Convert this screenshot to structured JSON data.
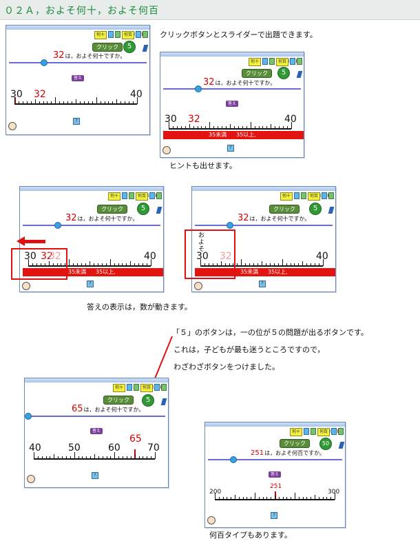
{
  "title": "０２Ａ，およそ何十，およそ何百",
  "captions": {
    "c1": "クリックボタンとスライダーで出題できます。",
    "c2": "ヒントも出せます。",
    "c3": "答えの表示は，数が動きます。",
    "c4a": "「５」のボタンは，一の位が５の問題が出るボタンです。",
    "c4b": "これは，子どもが最も迷うところですので，",
    "c4c": "わざわざボタンをつけました。",
    "c5": "何百タイプもあります。"
  },
  "app": {
    "btn_nanju": "何十",
    "btn_nanbyaku": "何百",
    "click_label": "クリック",
    "answer_label": "答え",
    "help_icon": "question-icon",
    "question_suffix_ju": "は，およそ何十ですか。",
    "question_suffix_hyaku": "は，およそ何百ですか。",
    "hint_left": "35未満",
    "hint_right": "35以上,",
    "approx_vertical": "およそ"
  },
  "screens": [
    {
      "number": "32",
      "badge": "5",
      "start": "30",
      "end": "40",
      "marker": "32"
    },
    {
      "number": "32",
      "badge": "5",
      "start": "30",
      "end": "40",
      "marker": "32"
    },
    {
      "number": "32",
      "badge": "5",
      "start": "30",
      "end": "40",
      "marker": "32",
      "ghost": "32"
    },
    {
      "number": "32",
      "badge": "5",
      "start": "30",
      "end": "40",
      "marker": "32"
    },
    {
      "number": "65",
      "badge": "5",
      "labels": [
        "40",
        "50",
        "60",
        "70"
      ],
      "marker": "65"
    },
    {
      "number": "251",
      "badge": "50",
      "start": "200",
      "end": "300",
      "marker": "251"
    }
  ]
}
